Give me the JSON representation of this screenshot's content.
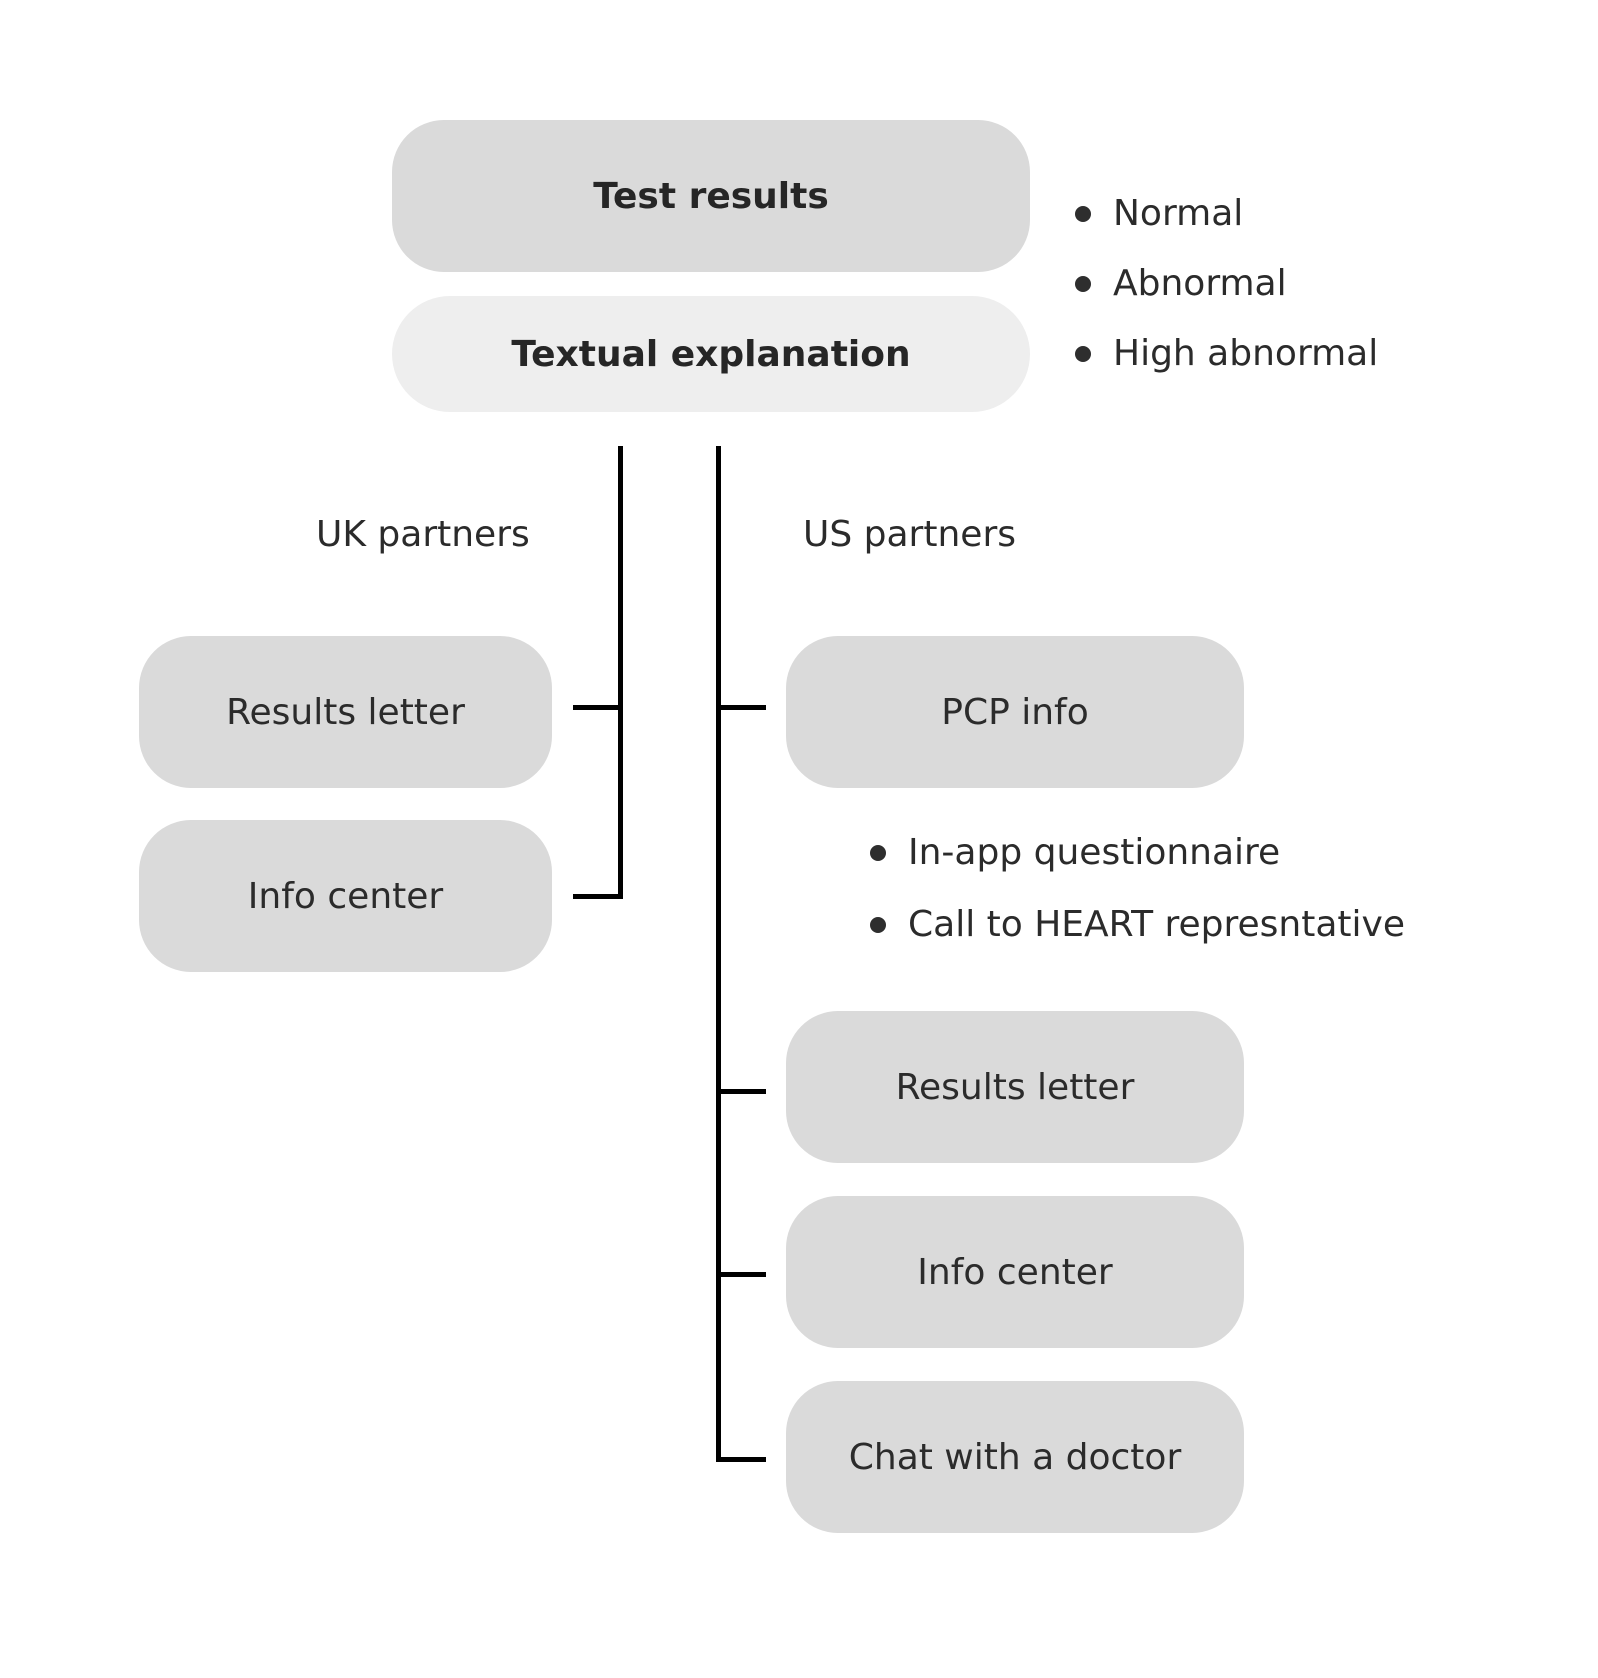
{
  "top": {
    "title": "Test results",
    "subtitle": "Textual explanation",
    "result_levels": [
      "Normal",
      "Abnormal",
      "High abnormal"
    ]
  },
  "uk": {
    "label": "UK partners",
    "items": [
      "Results letter",
      "Info center"
    ]
  },
  "us": {
    "label": "US partners",
    "pcp": "PCP info",
    "pcp_options": [
      "In-app questionnaire",
      "Call to HEART represntative"
    ],
    "items": [
      "Results letter",
      "Info center",
      "Chat with a doctor"
    ]
  }
}
